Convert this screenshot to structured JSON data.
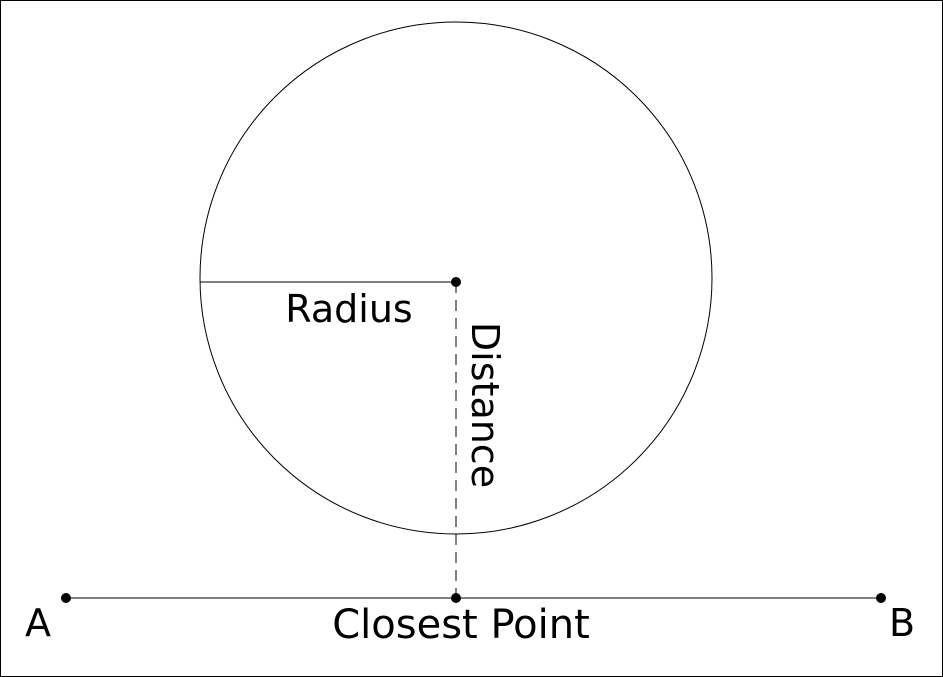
{
  "labels": {
    "radius": "Radius",
    "distance": "Distance",
    "closest_point": "Closest Point",
    "point_a": "A",
    "point_b": "B"
  },
  "colors": {
    "stroke": "#000000",
    "background": "#ffffff"
  }
}
